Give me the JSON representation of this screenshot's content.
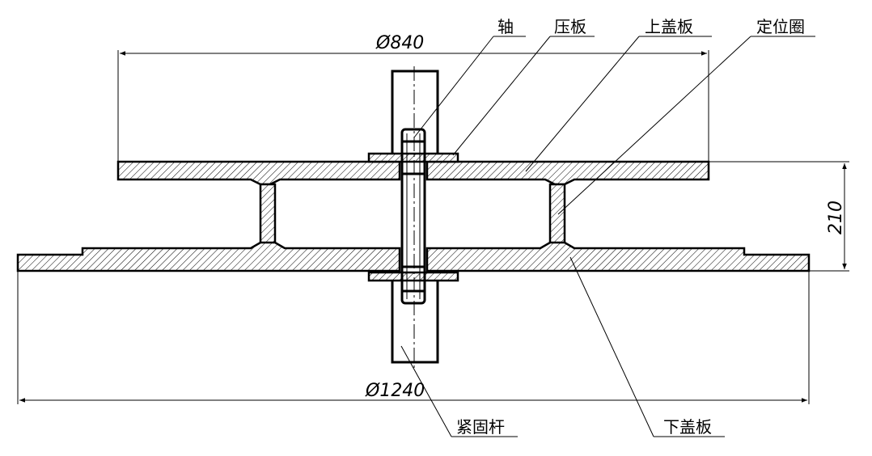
{
  "labels": {
    "shaft": "轴",
    "press_plate": "压板",
    "upper_cover": "上盖板",
    "locating_ring": "定位圈",
    "fastening_rod": "紧固杆",
    "lower_cover": "下盖板"
  },
  "dimensions": {
    "upper_diameter": "Ø840",
    "lower_diameter": "Ø1240",
    "height": "210"
  },
  "colors": {
    "line": "#000000",
    "background": "#ffffff"
  }
}
